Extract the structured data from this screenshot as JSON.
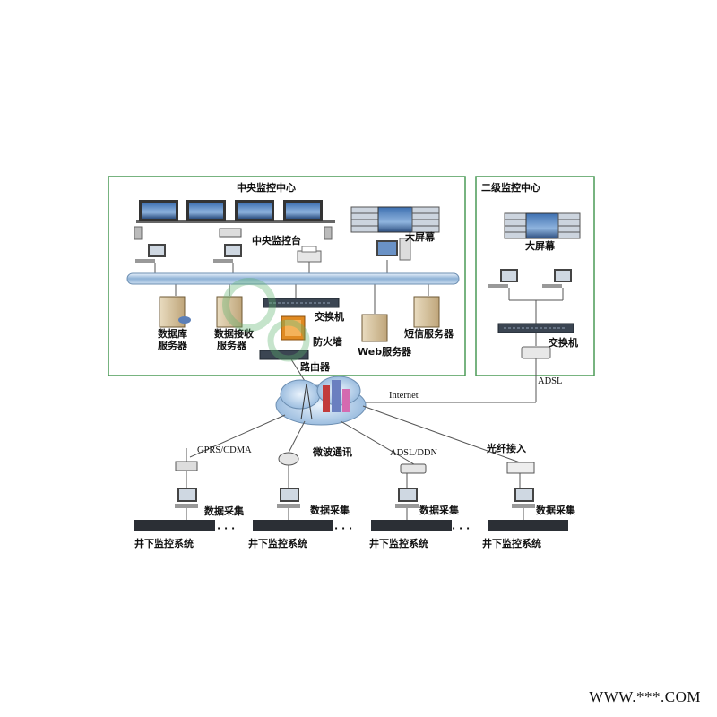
{
  "central_center": {
    "title": "中央监控中心",
    "console_label": "中央监控台",
    "big_screen_label": "大屏幕",
    "switch_label": "交换机",
    "firewall_label": "防火墙",
    "router_label": "路由器",
    "servers": {
      "database": [
        "数据库",
        "服务器"
      ],
      "receiver": [
        "数据接收",
        "服务器"
      ],
      "web": "Web服务器",
      "sms": "短信服务器"
    }
  },
  "secondary_center": {
    "title": "二级监控中心",
    "big_screen_label": "大屏幕",
    "switch_label": "交换机",
    "adsl_label": "ADSL"
  },
  "internet_label": "Internet",
  "links": [
    "GPRS/CDMA",
    "微波通讯",
    "ADSL/DDN",
    "光纤接入"
  ],
  "data_collection_label": "数据采集",
  "underground_label": "井下监控系统",
  "ellipsis": "· · ·",
  "footer": "WWW.***.COM"
}
